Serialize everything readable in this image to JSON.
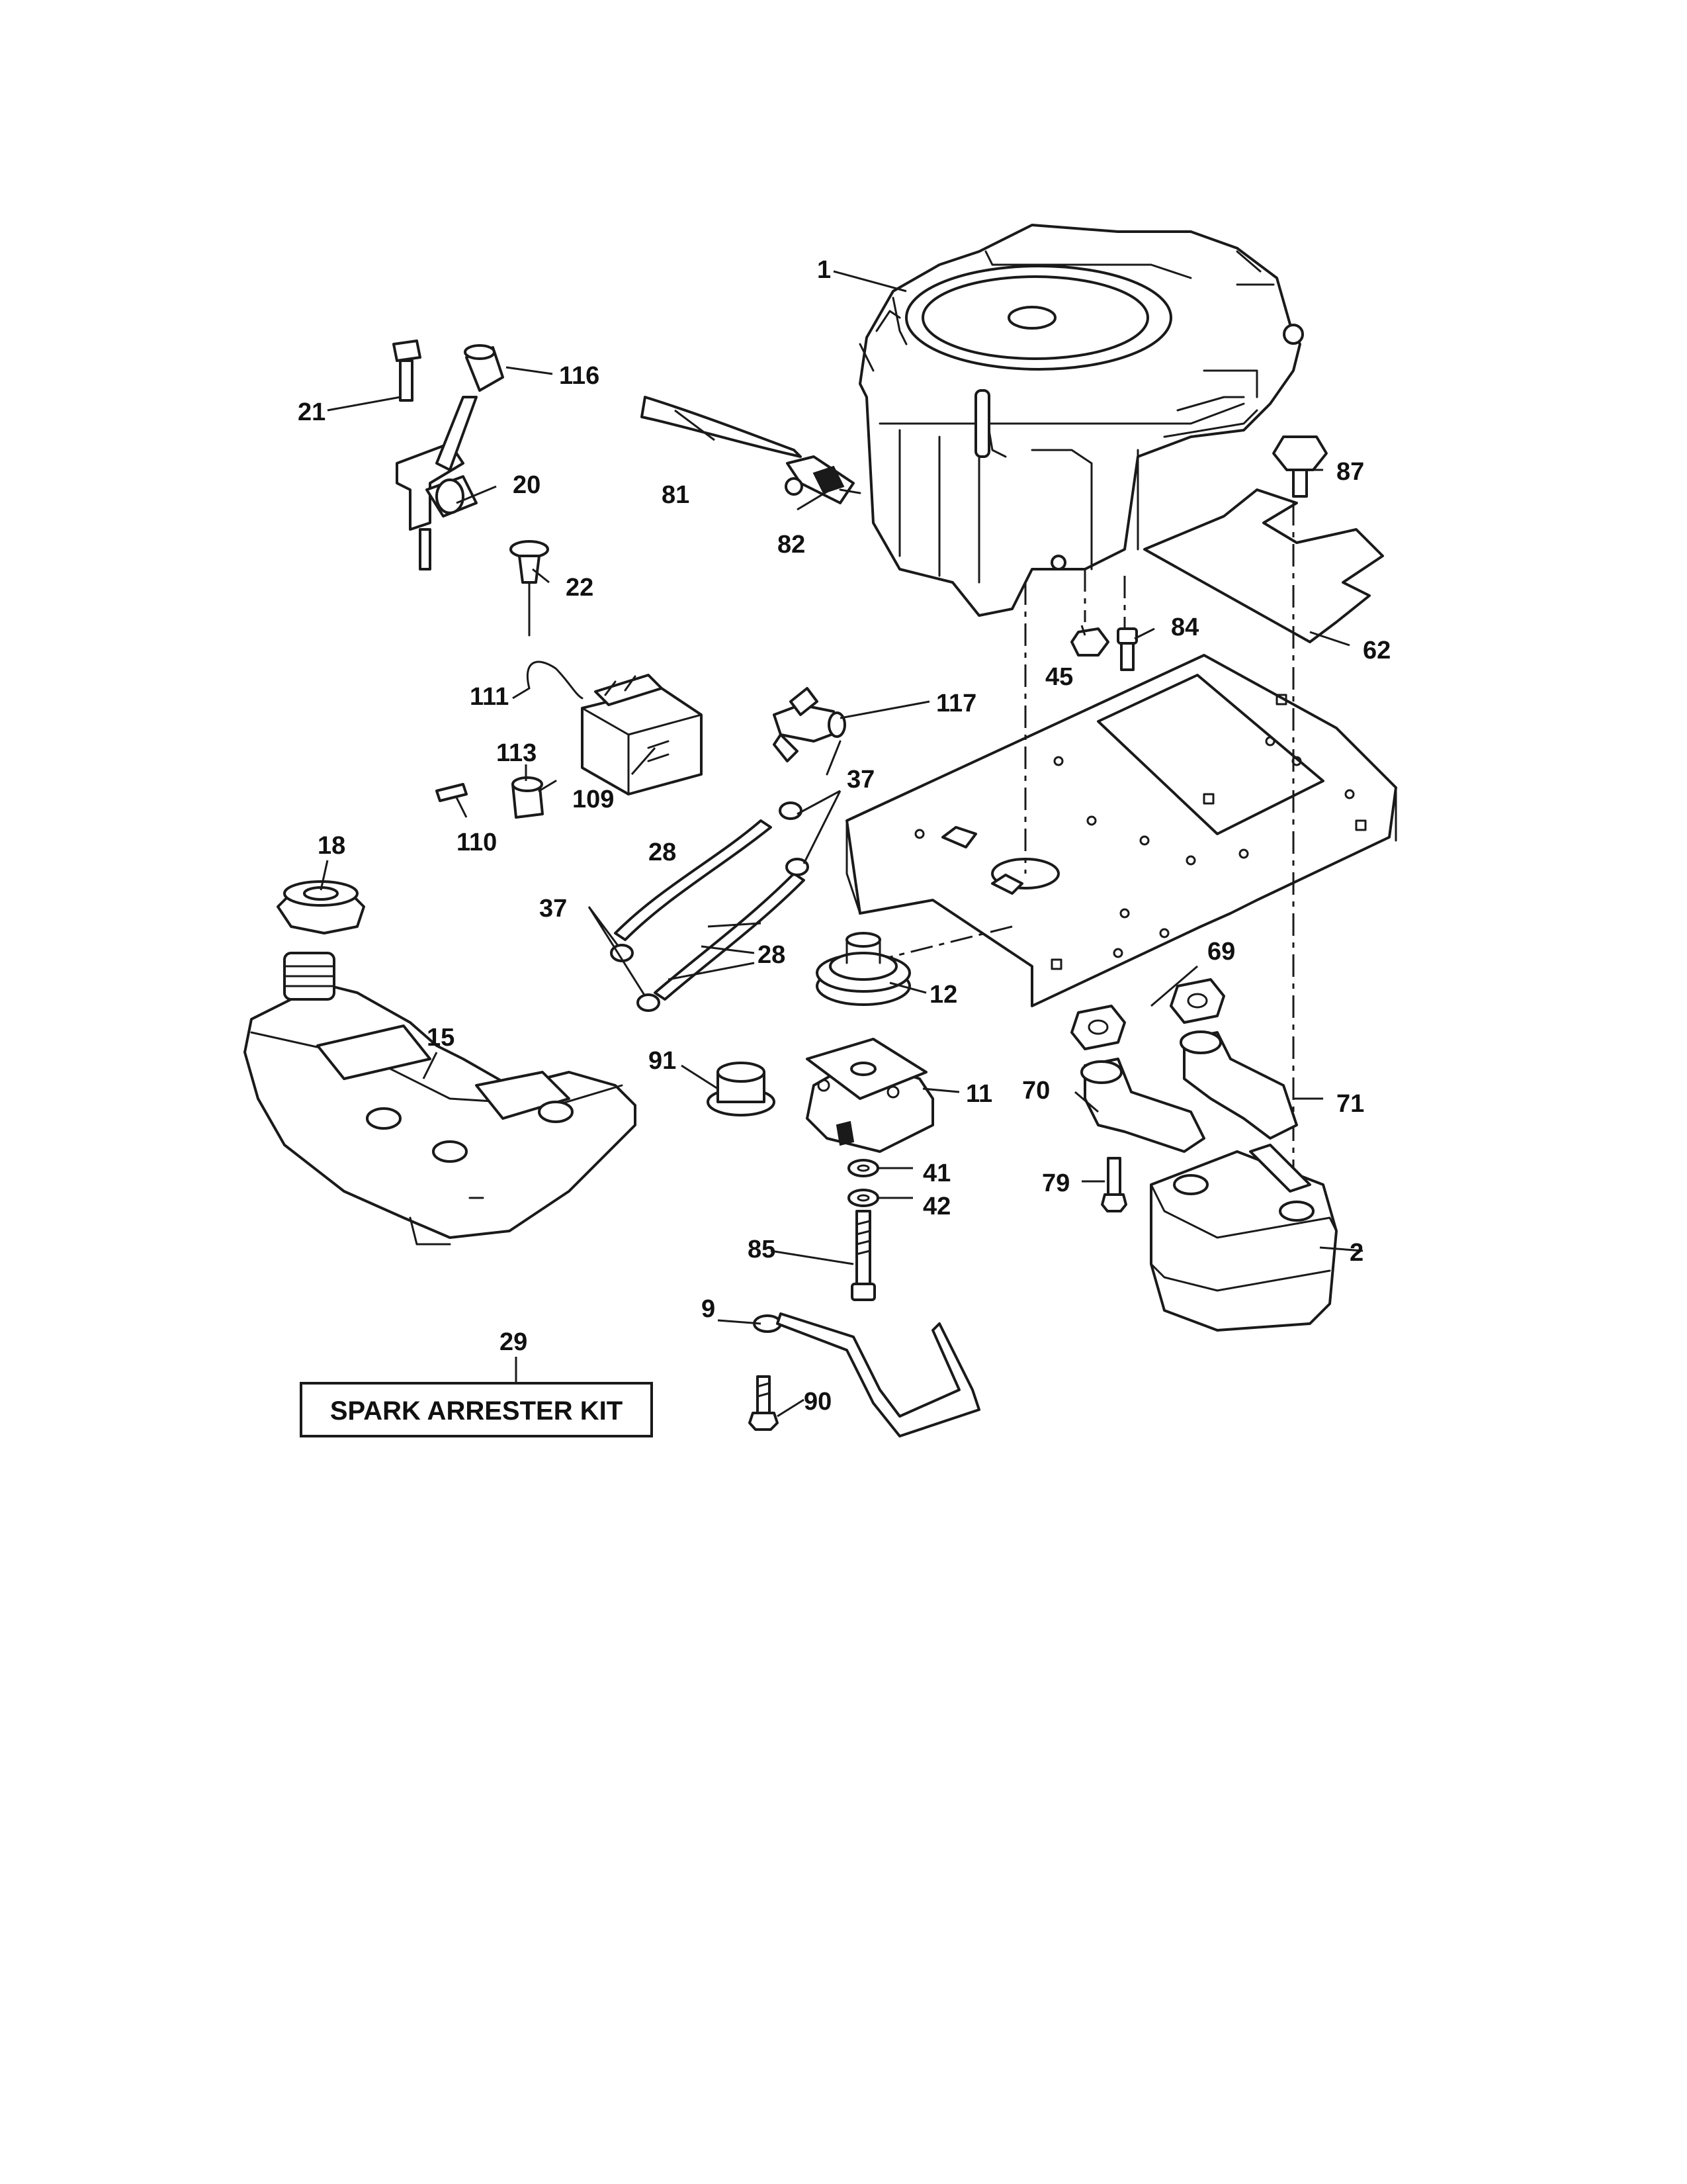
{
  "diagram": {
    "callouts": {
      "c1": "1",
      "c2": "2",
      "c9": "9",
      "c11": "11",
      "c12": "12",
      "c15": "15",
      "c18": "18",
      "c20": "20",
      "c21": "21",
      "c22": "22",
      "c28a": "28",
      "c28b": "28",
      "c29": "29",
      "c37a": "37",
      "c37b": "37",
      "c41": "41",
      "c42": "42",
      "c45": "45",
      "c62": "62",
      "c69": "69",
      "c70": "70",
      "c71": "71",
      "c79": "79",
      "c81": "81",
      "c82": "82",
      "c84": "84",
      "c85": "85",
      "c87": "87",
      "c90": "90",
      "c91": "91",
      "c109": "109",
      "c110": "110",
      "c111": "111",
      "c113": "113",
      "c116": "116",
      "c117": "117"
    },
    "kit_label": "SPARK ARRESTER KIT"
  }
}
